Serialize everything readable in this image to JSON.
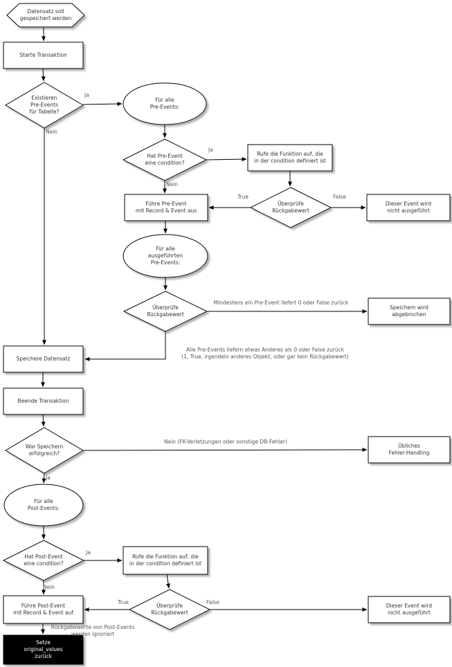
{
  "diagram": {
    "nodes": {
      "start": "Datensatz soll\ngespeichert werden",
      "starte_transaktion": "Starte Transaktion",
      "existieren_pre_events": "Existieren\nPre-Events\nfür Tabelle?",
      "fuer_alle_pre_events": "Für alle\nPre-Events:",
      "hat_pre_event_condition": "Hat Pre-Event\neine condition?",
      "rufe_funktion_pre": "Rufe die Funktion auf, die\nin der condition definiert ist",
      "ueberpruefe_rueckgabewert_pre": "Überprüfe\nRückgabewert",
      "event_nicht_ausgefuehrt_pre": "Dieser Event wird\nnicht ausgeführt",
      "fuehre_pre_event": "Führe Pre-Event\nmit Record & Event aus",
      "fuer_alle_ausgefuehrten_pre_events": "Für alle\nausgeführten\nPre-Events:",
      "ueberpruefe_rueckgabewert_alle": "Überprüfe\nRückgabewert",
      "speichern_wird_abgebrochen": "Speichern wird\nabgebrochen",
      "speichere_datensatz": "Speichere Datensatz",
      "beende_transaktion": "Beende Transaktion",
      "war_speichern_erfolgreich": "War Speichern\nerfolgreich?",
      "uebliches_fehler_handling": "Übliches\nFehler-Handling",
      "fuer_alle_post_events": "Für alle\nPost-Events:",
      "hat_post_event_condition": "Hat Post-Event\neine condition?",
      "rufe_funktion_post": "Rufe die Funktion auf, die\nin der condition definiert ist",
      "fuehre_post_event": "Führe Post-Event\nmit Record & Event auf",
      "ueberpruefe_rueckgabewert_post": "Überprüfe\nRückgabewert",
      "event_nicht_ausgefuehrt_post": "Dieser Event wird\nnicht ausgeführt",
      "setze_original_values": "Setze\noriginal_values\nzurück"
    },
    "edge_labels": {
      "existieren_ja": "Ja",
      "existieren_nein": "Nein",
      "condition_ja": "Ja",
      "condition_nein": "Nein",
      "rueckgabewert_pre_true": "True",
      "rueckgabewert_pre_false": "False",
      "mindestens_ein_pre_event": "Mindestens ein Pre-Event liefert 0 oder False zurück",
      "alle_pre_events_liefern": "Alle Pre-Events liefern etwas Anderes als 0 oder False zurück\n(1, True, irgendein anderes Objekt, oder gar kein Rückgabewert)",
      "speichern_nein": "Nein (FK-Verletzungen oder sonstige DB-Fehler)",
      "speichern_ja": "Ja",
      "post_condition_ja": "Ja",
      "post_condition_nein": "Nein",
      "rueckgabewert_post_true": "True",
      "rueckgabewert_post_false": "False",
      "rueckgabewerte_ignoriert": "Rückgabewerte von Post-Events\nwerden ignoriert"
    },
    "colors": {
      "node_fill": "#ffffff",
      "node_stroke": "#000000",
      "final_node_fill": "#000000",
      "final_node_text": "#ffffff",
      "edge_label_color": "#555555",
      "shadow": "#999999"
    }
  }
}
